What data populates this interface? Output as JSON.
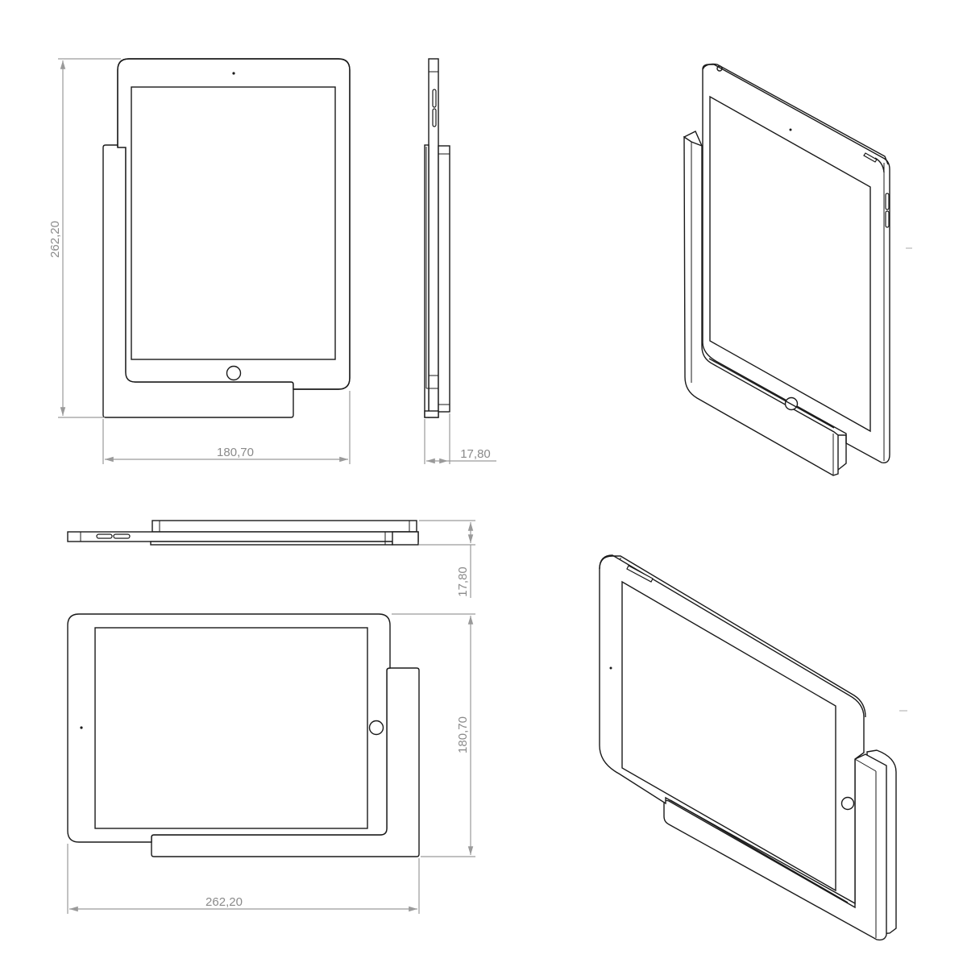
{
  "drawing": {
    "subject": "tablet wall mount with tablet",
    "views": [
      {
        "name": "front-view-portrait",
        "label": ""
      },
      {
        "name": "side-view-portrait",
        "label": ""
      },
      {
        "name": "top-view-landscape",
        "label": ""
      },
      {
        "name": "front-view-landscape",
        "label": ""
      },
      {
        "name": "isometric-view-portrait",
        "label": ""
      },
      {
        "name": "isometric-view-landscape",
        "label": ""
      }
    ]
  },
  "dimensions": {
    "portrait_height": "262,20",
    "portrait_width": "180,70",
    "portrait_depth": "17,80",
    "landscape_depth": "17,80",
    "landscape_height": "180,70",
    "landscape_width": "262,20"
  },
  "colors": {
    "line": "#1a1a1a",
    "dimension": "#9a9a9a",
    "background": "#ffffff"
  }
}
